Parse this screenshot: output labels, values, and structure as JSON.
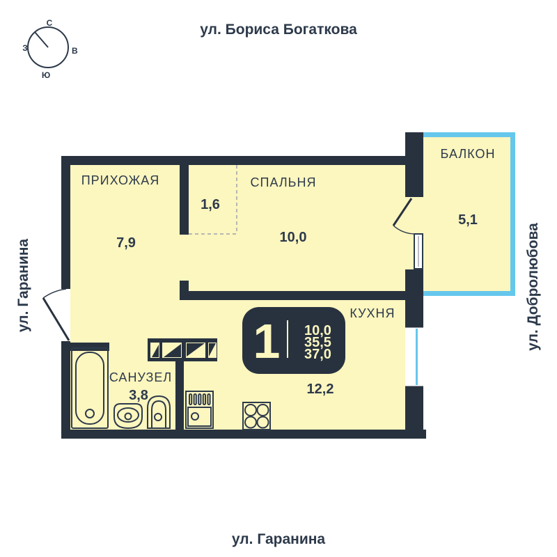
{
  "streets": {
    "top": "ул. Бориса Богаткова",
    "left": "ул. Гаранина",
    "right": "ул. Добролюбова",
    "bottom": "ул. Гаранина"
  },
  "compass": {
    "north": "С",
    "east": "В",
    "south": "Ю",
    "west": "З"
  },
  "rooms": {
    "hallway": {
      "name": "ПРИХОЖАЯ",
      "area": "7,9"
    },
    "closet": {
      "area": "1,6"
    },
    "bedroom": {
      "name": "СПАЛЬНЯ",
      "area": "10,0"
    },
    "balcony": {
      "name": "БАЛКОН",
      "area": "5,1"
    },
    "kitchen": {
      "name": "КУХНЯ",
      "area": "12,2"
    },
    "bathroom": {
      "name": "САНУЗЕЛ",
      "area": "3,8"
    }
  },
  "badge": {
    "rooms": "1",
    "living_area": "10,0",
    "area_without_balcony": "35,5",
    "total_area": "37,0"
  },
  "colors": {
    "wall": "#28323F",
    "floor_fill": "#FCF6BF",
    "balcony_border": "#66C7EC",
    "text": "#2D3A4B",
    "dashed": "#9CA3AB"
  }
}
